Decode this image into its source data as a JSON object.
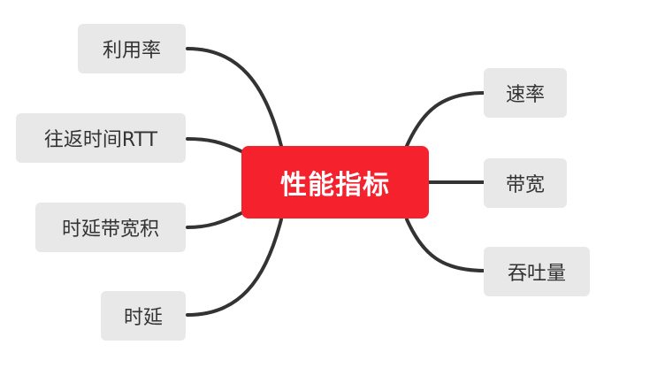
{
  "central": {
    "label": "性能指标",
    "color": "#f5222d"
  },
  "left_branches": [
    {
      "label": "利用率"
    },
    {
      "label": "往返时间RTT"
    },
    {
      "label": "时延带宽积"
    },
    {
      "label": "时延"
    }
  ],
  "right_branches": [
    {
      "label": "速率"
    },
    {
      "label": "带宽"
    },
    {
      "label": "吞吐量"
    }
  ],
  "colors": {
    "connector": "#333333",
    "node_background": "#e8e8e8",
    "node_text": "#333333"
  }
}
